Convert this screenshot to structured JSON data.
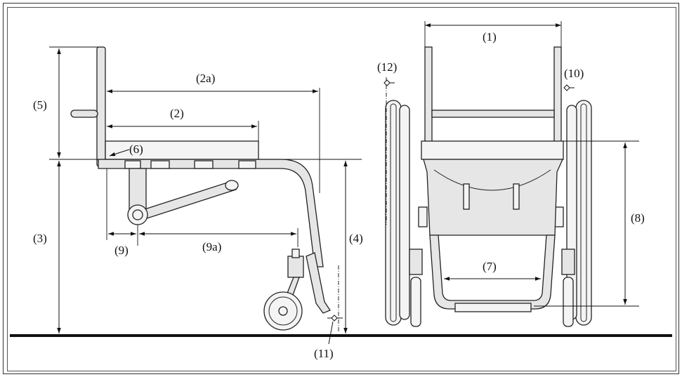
{
  "figure": {
    "labels": {
      "d1": "(1)",
      "d2a": "(2a)",
      "d2": "(2)",
      "d3": "(3)",
      "d4": "(4)",
      "d5": "(5)",
      "d6": "(6)",
      "d7": "(7)",
      "d8": "(8)",
      "d9": "(9)",
      "d9a": "(9a)",
      "d10": "(10)",
      "d11": "(11)",
      "d12": "(12)"
    }
  }
}
